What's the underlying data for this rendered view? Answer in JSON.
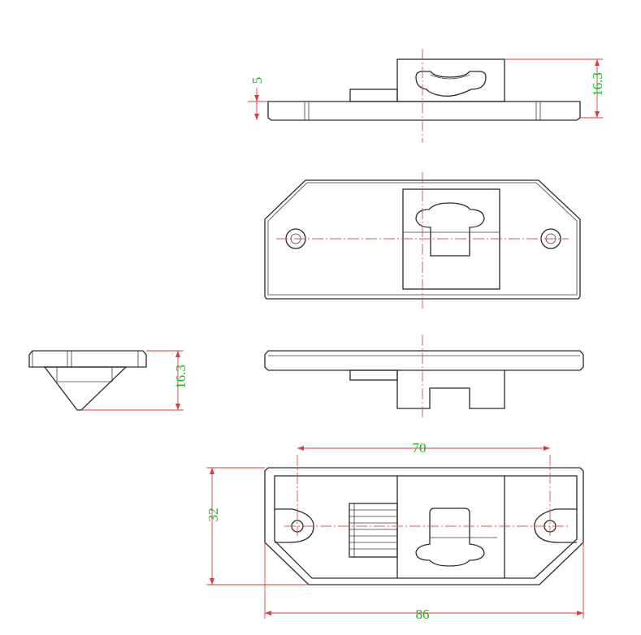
{
  "colors": {
    "outline": "#2a2a2a",
    "dimension_line": "#e0393e",
    "dimension_text": "#18b818",
    "background": "#ffffff"
  },
  "dimensions": {
    "top_view_plate_thickness": "5",
    "top_view_height": "16.3",
    "side_view_height": "16.3",
    "hole_spacing": "70",
    "width": "32",
    "overall_length": "86"
  }
}
